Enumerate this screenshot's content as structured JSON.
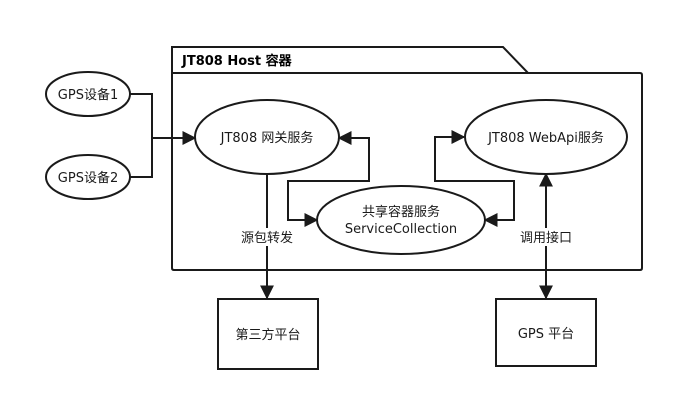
{
  "container": {
    "title": "JT808 Host 容器"
  },
  "nodes": {
    "gps_device_1": "GPS设备1",
    "gps_device_2": "GPS设备2",
    "gateway_service": "JT808 网关服务",
    "webapi_service": "JT808 WebApi服务",
    "shared_container": {
      "line1": "共享容器服务",
      "line2": "ServiceCollection"
    },
    "third_party_platform": "第三方平台",
    "gps_platform": "GPS 平台"
  },
  "edge_labels": {
    "forward": "源包转发",
    "api_call": "调用接口"
  }
}
